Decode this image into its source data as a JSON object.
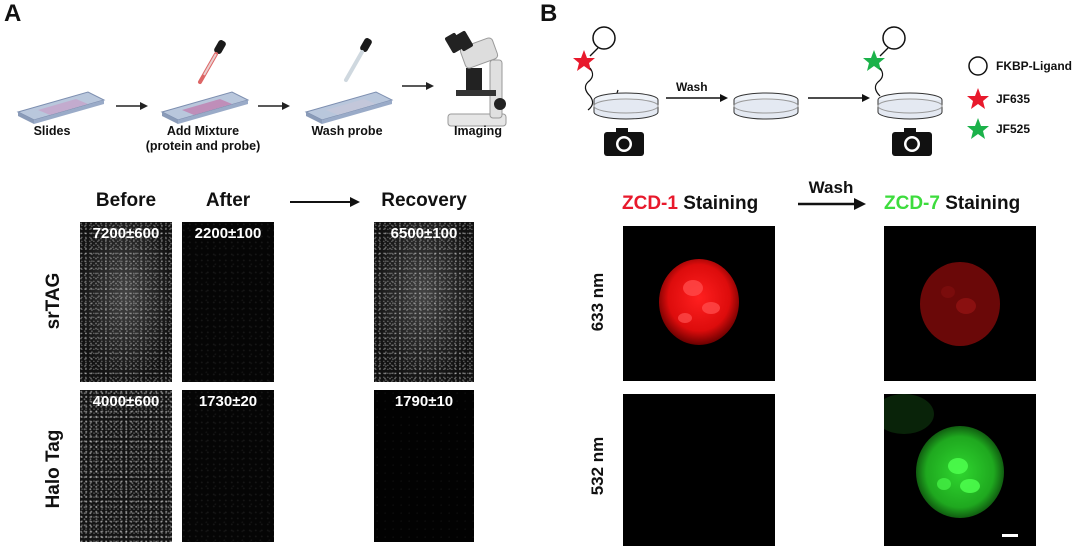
{
  "panel_a": {
    "letter": "A",
    "workflow": [
      {
        "label": "Slides",
        "label2": ""
      },
      {
        "label": "Add Mixture",
        "label2": "(protein and probe)"
      },
      {
        "label": "Wash probe",
        "label2": ""
      },
      {
        "label": "Imaging",
        "label2": ""
      }
    ],
    "columns": [
      "Before",
      "After",
      "Recovery"
    ],
    "rows": [
      {
        "name": "srTAG",
        "values": [
          "7200±600",
          "2200±100",
          "6500±100"
        ]
      },
      {
        "name": "Halo Tag",
        "values": [
          "4000±600",
          "1730±20",
          "1790±10"
        ]
      }
    ]
  },
  "panel_b": {
    "letter": "B",
    "wash_top": "Wash",
    "legend": [
      {
        "label": "FKBP-Ligand",
        "icon": "circle-icon",
        "color": "#000000"
      },
      {
        "label": "JF635",
        "icon": "red-star-icon",
        "color": "#e8192c"
      },
      {
        "label": "JF525",
        "icon": "green-star-icon",
        "color": "#1bb24a"
      }
    ],
    "left_title": {
      "dye": "ZCD-1",
      "rest": "Staining",
      "color": "#e8192c"
    },
    "right_title": {
      "dye": "ZCD-7",
      "rest": "Staining",
      "color": "#3ddc3d"
    },
    "wash_mid": "Wash",
    "rows": [
      "633 nm",
      "532 nm"
    ]
  }
}
